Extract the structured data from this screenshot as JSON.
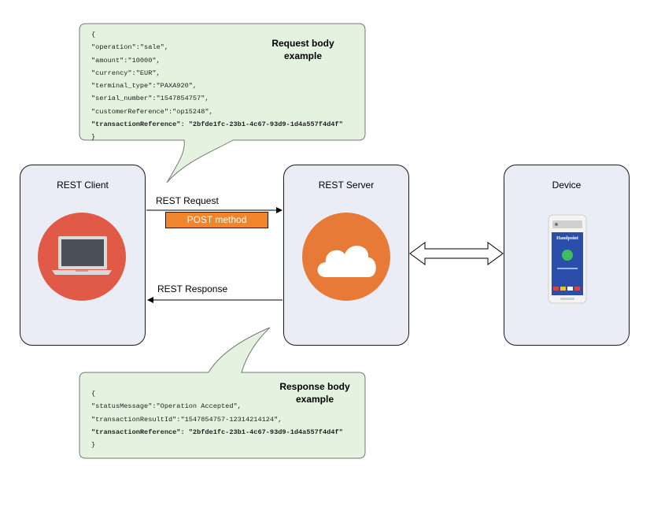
{
  "request_callout": {
    "title": "Request body example",
    "lines": [
      {
        "text": "{",
        "bold": false
      },
      {
        "text": "\"operation\":\"sale\",",
        "bold": false
      },
      {
        "text": "\"amount\":\"10000\",",
        "bold": false
      },
      {
        "text": "\"currency\":\"EUR\",",
        "bold": false
      },
      {
        "text": "\"terminal_type\":\"PAXA920\",",
        "bold": false
      },
      {
        "text": "\"serial_number\":\"1547854757\",",
        "bold": false
      },
      {
        "text": "\"customerReference\":\"op15248\",",
        "bold": false
      },
      {
        "text": "\"transactionReference\": \"2bfde1fc-23b1-4c67-93d9-1d4a557f4d4f\"",
        "bold": true
      },
      {
        "text": "}",
        "bold": false
      }
    ]
  },
  "response_callout": {
    "title": "Response body example",
    "lines": [
      {
        "text": "{",
        "bold": false
      },
      {
        "text": "\"statusMessage\":\"Operation Accepted\",",
        "bold": false
      },
      {
        "text": "\"transactionResultId\":\"1547854757-12314214124\",",
        "bold": false
      },
      {
        "text": "\"transactionReference\": \"2bfde1fc-23b1-4c67-93d9-1d4a557f4d4f\"",
        "bold": true
      },
      {
        "text": "}",
        "bold": false
      }
    ]
  },
  "nodes": {
    "client": {
      "title": "REST Client",
      "icon": "laptop-icon",
      "color": "#e05a47"
    },
    "server": {
      "title": "REST Server",
      "icon": "cloud-icon",
      "color": "#e87a37"
    },
    "device": {
      "title": "Device",
      "icon": "payment-terminal-icon",
      "screen_brand": "Handpoint",
      "screen_color": "#2a4eaa"
    }
  },
  "edges": {
    "request": {
      "label": "REST Request",
      "method": "POST method",
      "method_color": "#f0852b"
    },
    "response": {
      "label": "REST Response"
    }
  },
  "colors": {
    "callout_fill": "#e4f3e0",
    "box_fill": "#eaecf6"
  }
}
